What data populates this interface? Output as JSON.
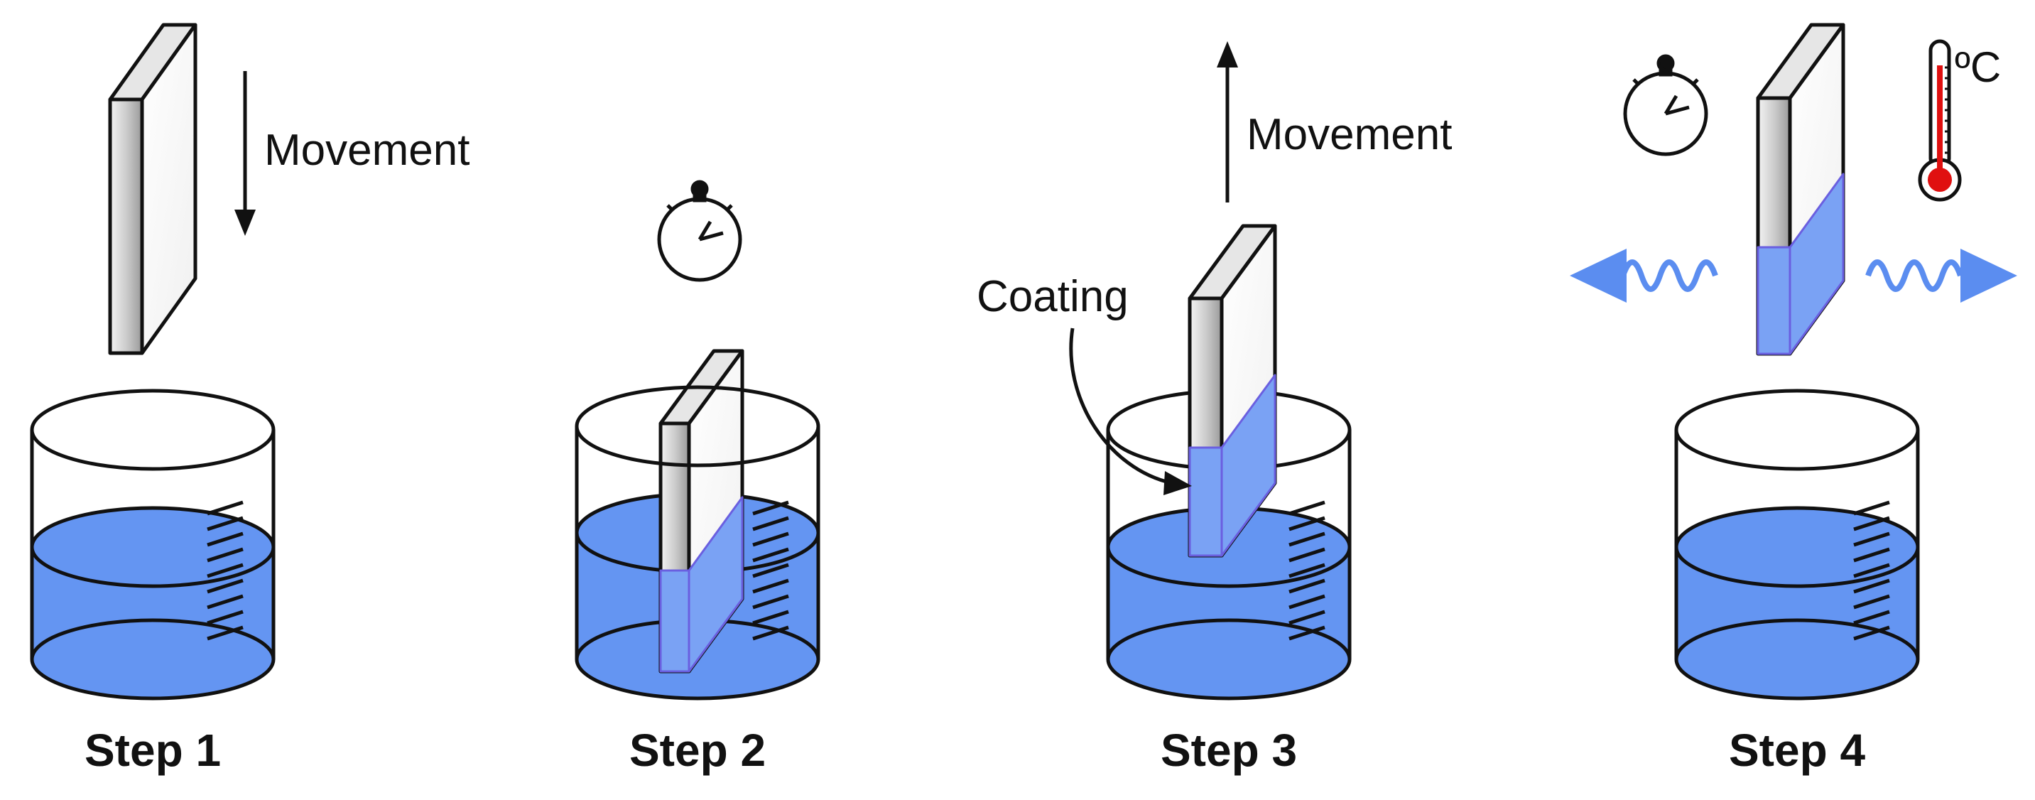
{
  "labels": {
    "movement_down": "Movement",
    "movement_up": "Movement",
    "coating": "Coating",
    "temperature_unit": "ºC"
  },
  "steps": [
    {
      "label": "Step 1"
    },
    {
      "label": "Step 2"
    },
    {
      "label": "Step 3"
    },
    {
      "label": "Step 4"
    }
  ],
  "colors": {
    "liquid": "#6495f2",
    "coating_edge": "#6a5fe0",
    "outline": "#111111",
    "slide_face": "#d8d8d8",
    "thermometer_bulb": "#e01010",
    "wave": "#5b8df0"
  },
  "icons": [
    "stopwatch-icon",
    "thermometer-icon",
    "wave-arrow-left-icon",
    "wave-arrow-right-icon"
  ]
}
